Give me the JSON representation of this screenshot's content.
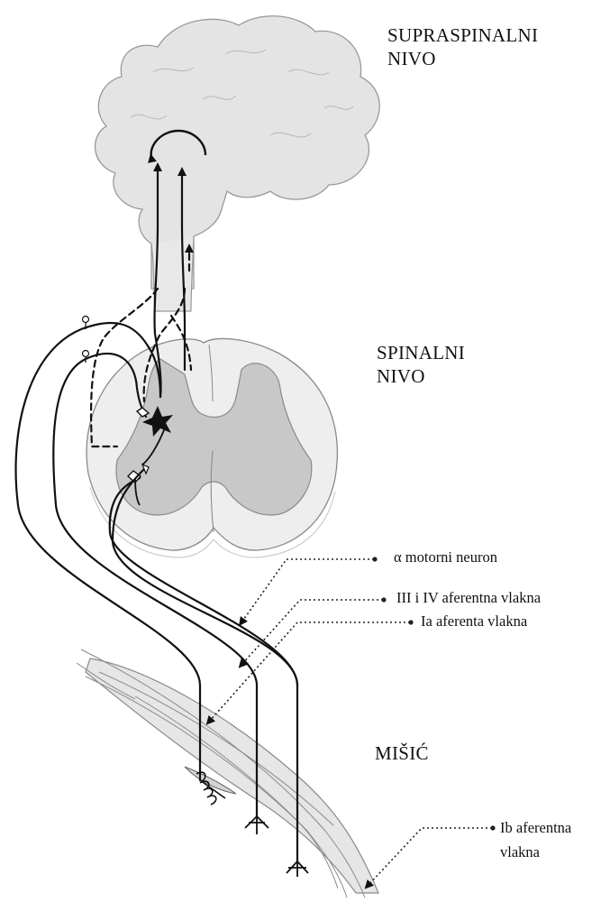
{
  "labels": {
    "supraspinal_line1": "SUPRASPINALNI",
    "supraspinal_line2": "NIVO",
    "spinal_line1": "SPINALNI",
    "spinal_line2": "NIVO",
    "muscle": "MIŠIĆ",
    "alpha_motor_neuron": "α motorni neuron",
    "afferent_3_4": "III i IV aferentna vlakna",
    "afferent_1a": "Ia aferenta vlakna",
    "afferent_1b_line1": "Ib aferentna",
    "afferent_1b_line2": "vlakna"
  },
  "colors": {
    "ink": "#111111",
    "brain_fill": "#e4e4e4",
    "grey_matter": "#c8c8c8",
    "white_matter": "#eeeeee",
    "muscle_fill": "#e6e6e6"
  }
}
